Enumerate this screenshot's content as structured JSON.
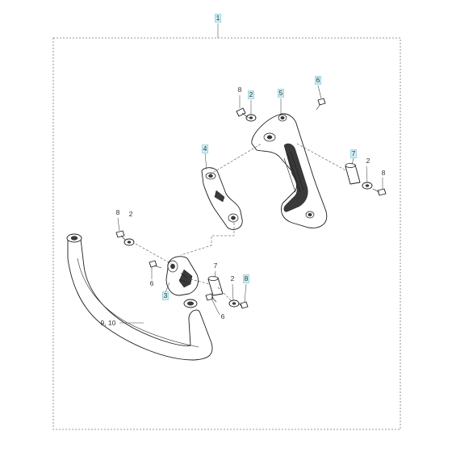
{
  "assembly_callout": "1",
  "callouts": [
    {
      "id": "c8_top",
      "text": "8",
      "highlight": false
    },
    {
      "id": "c2_top",
      "text": "2",
      "highlight": true
    },
    {
      "id": "c5",
      "text": "5",
      "highlight": true
    },
    {
      "id": "c6_top",
      "text": "6",
      "highlight": true
    },
    {
      "id": "c4",
      "text": "4",
      "highlight": true
    },
    {
      "id": "c7_right",
      "text": "7",
      "highlight": true
    },
    {
      "id": "c2_right",
      "text": "2",
      "highlight": false
    },
    {
      "id": "c8_right",
      "text": "8",
      "highlight": false
    },
    {
      "id": "c8_left",
      "text": "8",
      "highlight": false
    },
    {
      "id": "c2_left",
      "text": "2",
      "highlight": false
    },
    {
      "id": "c6_left",
      "text": "6",
      "highlight": false
    },
    {
      "id": "c3",
      "text": "3",
      "highlight": true
    },
    {
      "id": "c7_lower",
      "text": "7",
      "highlight": false
    },
    {
      "id": "c2_lower",
      "text": "2",
      "highlight": false
    },
    {
      "id": "c8_lower",
      "text": "8",
      "highlight": true
    },
    {
      "id": "c6_lower",
      "text": "6",
      "highlight": false
    },
    {
      "id": "c9_10",
      "text": "9, 10",
      "highlight": false
    }
  ],
  "colors": {
    "callout_highlight": "#cfeef4",
    "line": "#1c1c1c",
    "frame": "#777777"
  }
}
